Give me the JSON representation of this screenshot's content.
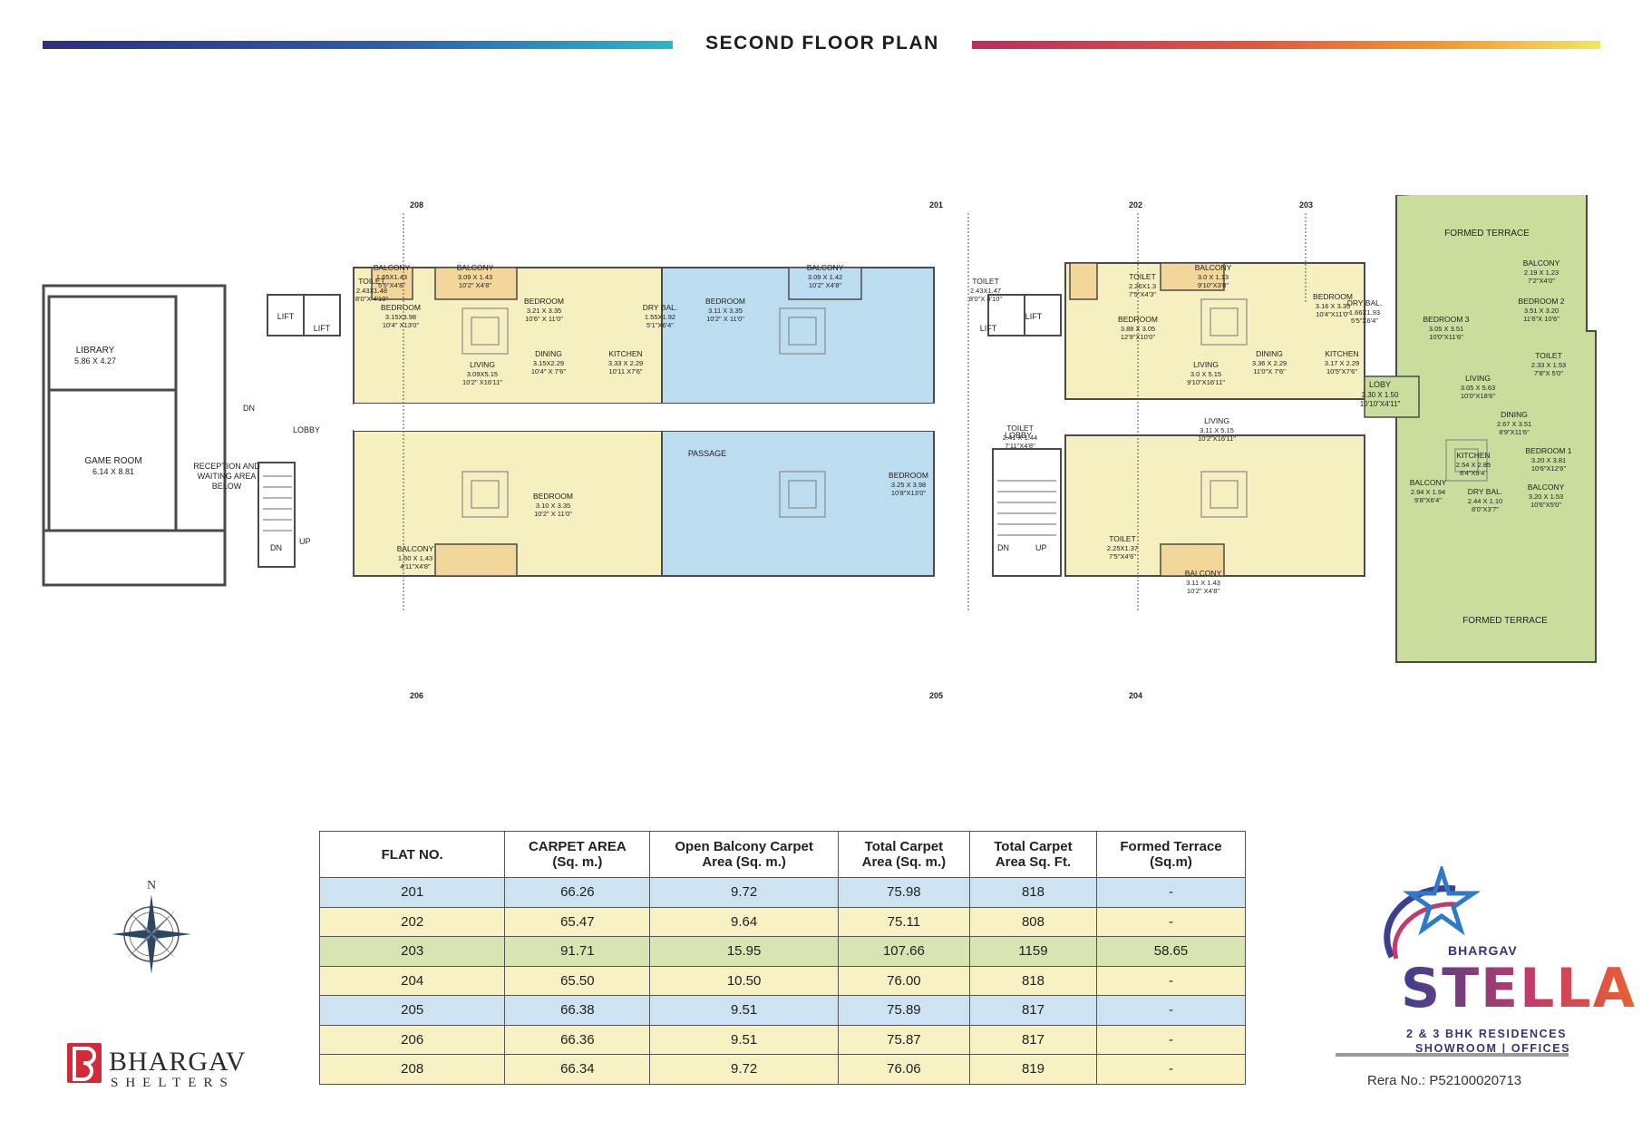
{
  "header": {
    "title": "SECOND FLOOR PLAN"
  },
  "plan": {
    "flat_markers": {
      "top": [
        "208",
        "201",
        "202",
        "203"
      ],
      "bottom": [
        "206",
        "205",
        "204"
      ]
    },
    "common_areas": {
      "library": "LIBRARY",
      "library_size": "5.86 X 4.27",
      "game_room": "GAME ROOM",
      "game_room_size": "6.14 X 8.81",
      "reception_1": "RECEPTION AND",
      "reception_2": "WAITING AREA",
      "reception_3": "BELOW",
      "lobby": "LOBBY",
      "passage": "PASSAGE",
      "lift": "LIFT",
      "dn": "DN",
      "up": "UP",
      "formed_terrace": "FORMED TERRACE",
      "loby": "LOBY",
      "loby_size": "3.30 X 1.50",
      "loby_ft": "10'10\"X4'11\""
    },
    "rooms": [
      {
        "name": "TOILET",
        "size": "2.43X1.48",
        "ft": "8'0\"X 4'10\""
      },
      {
        "name": "BALCONY",
        "size": "1.65X1.43",
        "ft": "5'5\"X4'8\""
      },
      {
        "name": "BALCONY",
        "size": "3.09 X 1.43",
        "ft": "10'2\" X4'8\""
      },
      {
        "name": "BEDROOM",
        "size": "3.15X3.98",
        "ft": "10'4\" X13'0\""
      },
      {
        "name": "BEDROOM",
        "size": "3.21 X 3.35",
        "ft": "10'6\" X 11'0\""
      },
      {
        "name": "LIVING",
        "size": "3.09X5.15",
        "ft": "10'2\" X16'11\""
      },
      {
        "name": "DINING",
        "size": "3.15X2.29",
        "ft": "10'4\" X 7'6\""
      },
      {
        "name": "KITCHEN",
        "size": "3.33 X 2.29",
        "ft": "10'11 X7'6\""
      },
      {
        "name": "DRY BAL.",
        "size": "1.55X1.92",
        "ft": "5'1\"X6'4\""
      },
      {
        "name": "BEDROOM",
        "size": "3.11 X 3.35",
        "ft": "10'2\" X 11'0\""
      },
      {
        "name": "BALCONY",
        "size": "3.09 X 1.42",
        "ft": "10'2\" X4'8\""
      },
      {
        "name": "BEDROOM",
        "size": "3.88 X 3.05",
        "ft": "12'9\"X10'0\""
      },
      {
        "name": "LIVING",
        "size": "3.0 X 5.15",
        "ft": "9'10\"X16'11\""
      },
      {
        "name": "DINING",
        "size": "3.36 X 2.29",
        "ft": "11'0\"X 7'6\""
      },
      {
        "name": "KITCHEN",
        "size": "3.17 X 2.29",
        "ft": "10'5\"X7'6\""
      },
      {
        "name": "BEDROOM",
        "size": "3.16 X 3.35",
        "ft": "10'4\"X11'0\""
      },
      {
        "name": "DRY BAL.",
        "size": "1.66X1.93",
        "ft": "5'5\"X6'4\""
      },
      {
        "name": "BEDROOM 3",
        "size": "3.05 X 3.51",
        "ft": "10'0\"X11'6\""
      },
      {
        "name": "BEDROOM 2",
        "size": "3.51 X 3.20",
        "ft": "11'6\"X 10'6\""
      },
      {
        "name": "BALCONY",
        "size": "2.19 X 1.23",
        "ft": "7'2\"X4'0\""
      },
      {
        "name": "LIVING",
        "size": "3.05 X 5.63",
        "ft": "10'0\"X18'6\""
      },
      {
        "name": "DINING",
        "size": "2.67 X 3.51",
        "ft": "8'9\"X11'6\""
      },
      {
        "name": "TOILET",
        "size": "2.33 X 1.53",
        "ft": "7'8\"X 5'0\""
      },
      {
        "name": "BEDROOM 1",
        "size": "3.20 X 3.81",
        "ft": "10'6\"X12'6\""
      },
      {
        "name": "KITCHEN",
        "size": "2.54 X 2.85",
        "ft": "8'4\"X9'4\""
      },
      {
        "name": "BALCONY",
        "size": "2.94 X 1.94",
        "ft": "9'8\"X6'4\""
      },
      {
        "name": "DRY BAL.",
        "size": "2.44 X 1.10",
        "ft": "8'0\"X3'7\""
      },
      {
        "name": "BALCONY",
        "size": "3.20 X 1.53",
        "ft": "10'6\"X5'0\""
      },
      {
        "name": "TOILET",
        "size": "2.43X1.47",
        "ft": "8'0\"X 4'10\""
      },
      {
        "name": "TOILET",
        "size": "2.26X1.3",
        "ft": "7'5\"X4'3\""
      },
      {
        "name": "BALCONY",
        "size": "3.0 X 1.13",
        "ft": "9'10\"X3'8\""
      },
      {
        "name": "TOILET",
        "size": "2.41 X 1.44",
        "ft": "7'11\"X4'8\""
      },
      {
        "name": "BALCONY",
        "size": "3.11 X 1.43",
        "ft": "10'2\" X4'8\""
      },
      {
        "name": "TOILET",
        "size": "2.25X1.37",
        "ft": "7'5\"X4'6\""
      },
      {
        "name": "BEDROOM",
        "size": "3.25 X 3.98",
        "ft": "10'8\"X13'0\""
      },
      {
        "name": "BEDROOM",
        "size": "3.10 X 3.35",
        "ft": "10'2\" X 11'0\""
      },
      {
        "name": "BALCONY",
        "size": "1.50 X 1.43",
        "ft": "4'11\"X4'8\""
      },
      {
        "name": "LIVING",
        "size": "3.11 X 5.15",
        "ft": "10'2\"X16'11\""
      }
    ]
  },
  "table": {
    "headers": [
      [
        "FLAT NO."
      ],
      [
        "CARPET AREA",
        "(Sq. m.)"
      ],
      [
        "Open Balcony Carpet",
        "Area (Sq. m.)"
      ],
      [
        "Total Carpet",
        "Area (Sq. m.)"
      ],
      [
        "Total Carpet",
        "Area Sq. Ft."
      ],
      [
        "Formed Terrace",
        "(Sq.m)"
      ]
    ],
    "rows": [
      {
        "cells": [
          "201",
          "66.26",
          "9.72",
          "75.98",
          "818",
          "-"
        ],
        "color": "#cde3f1"
      },
      {
        "cells": [
          "202",
          "65.47",
          "9.64",
          "75.11",
          "808",
          "-"
        ],
        "color": "#f7f1c4"
      },
      {
        "cells": [
          "203",
          "91.71",
          "15.95",
          "107.66",
          "1159",
          "58.65"
        ],
        "color": "#d6e5b1"
      },
      {
        "cells": [
          "204",
          "65.50",
          "10.50",
          "76.00",
          "818",
          "-"
        ],
        "color": "#f7f1c4"
      },
      {
        "cells": [
          "205",
          "66.38",
          "9.51",
          "75.89",
          "817",
          "-"
        ],
        "color": "#cde3f1"
      },
      {
        "cells": [
          "206",
          "66.36",
          "9.51",
          "75.87",
          "817",
          "-"
        ],
        "color": "#f7f1c4"
      },
      {
        "cells": [
          "208",
          "66.34",
          "9.72",
          "76.06",
          "819",
          "-"
        ],
        "color": "#f7f1c4"
      }
    ]
  },
  "compass": {
    "label": "N"
  },
  "brand": {
    "name": "BHARGAV",
    "sub": "SHELTERS"
  },
  "logo": {
    "small": "BHARGAV",
    "name": "STELLA",
    "line1": "2 & 3 BHK RESIDENCES",
    "line2": "SHOWROOM | OFFICES"
  },
  "rera": "Rera No.: P52100020713",
  "colors": {
    "unit_yellow": "#f6efbf",
    "unit_blue": "#bcdcef",
    "unit_green": "#c9de9c",
    "balcony_orange": "#f3d79a",
    "wall": "#4a4a4a"
  }
}
